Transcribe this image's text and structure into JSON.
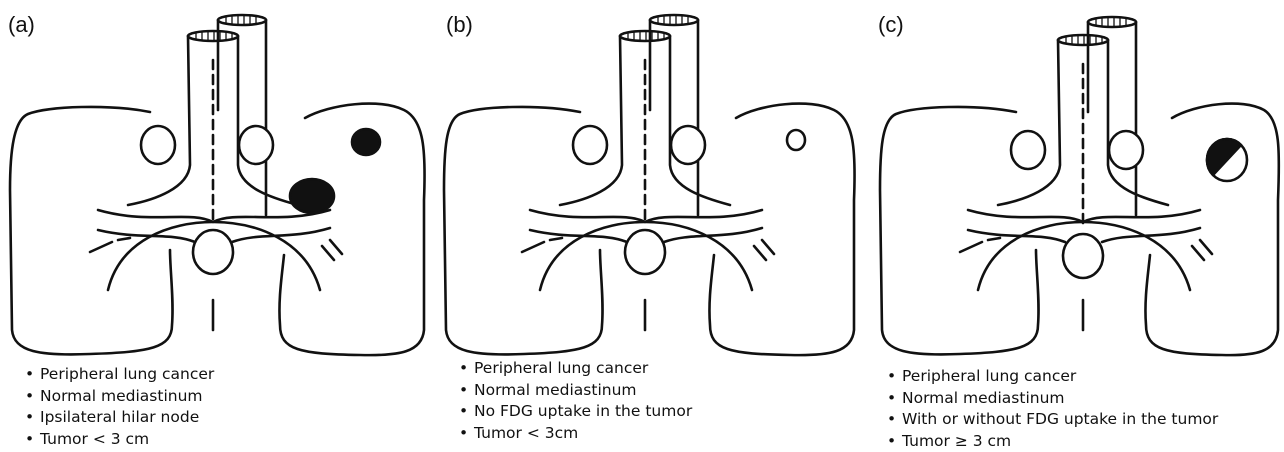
{
  "panels": [
    {
      "label": "(a)",
      "bullets": [
        "Peripheral lung cancer",
        "Normal mediastinum",
        "Ipsilateral hilar node",
        "Tumor < 3 cm"
      ],
      "tumor": "solid",
      "hilar_node": true
    },
    {
      "label": "(b)",
      "bullets": [
        "Peripheral lung cancer",
        "Normal mediastinum",
        "No FDG uptake in the tumor",
        "Tumor < 3cm"
      ],
      "tumor": "open",
      "hilar_node": false
    },
    {
      "label": "(c)",
      "bullets": [
        "Peripheral lung cancer",
        "Normal mediastinum",
        "With or without FDG uptake in the tumor",
        "Tumor ≥ 3 cm"
      ],
      "tumor": "half",
      "hilar_node": false
    }
  ]
}
